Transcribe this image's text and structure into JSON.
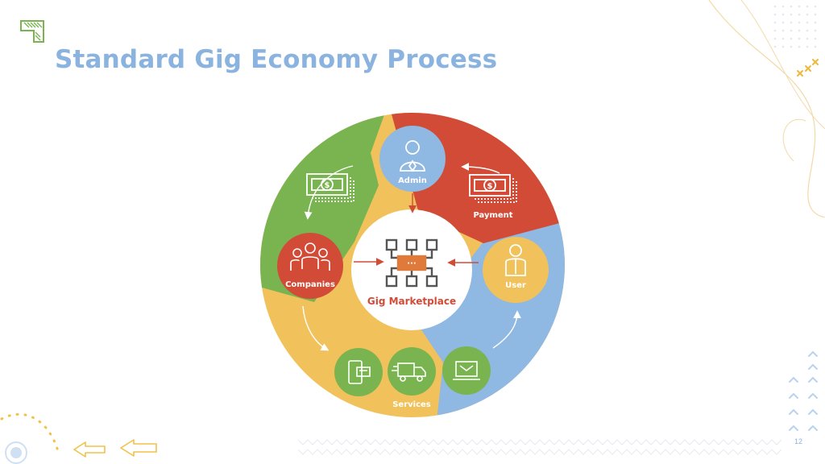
{
  "slide": {
    "title": "Standard Gig Economy Process",
    "page_number": "12"
  },
  "diagram": {
    "center": {
      "label": "Gig Marketplace"
    },
    "nodes": {
      "admin": "Admin",
      "payment": "Payment",
      "user": "User",
      "services": "Services",
      "companies": "Companies"
    }
  },
  "icons": {
    "logo": "corner-logo-icon",
    "money_left": "money-bill-icon",
    "money_right": "money-bill-icon",
    "admin": "businessman-icon",
    "user": "person-icon",
    "companies": "team-icon",
    "phone": "mobile-payment-icon",
    "truck": "delivery-truck-icon",
    "laptop": "laptop-mail-icon",
    "center": "network-icon",
    "nav_prev": "arrow-left-icon",
    "nav_next": "arrow-left-icon"
  },
  "colors": {
    "green": "#79b450",
    "red": "#d24b37",
    "blue": "#8fb8e2",
    "yellow": "#f1c25b",
    "orange": "#e07a3a",
    "title": "#8ab3df"
  }
}
